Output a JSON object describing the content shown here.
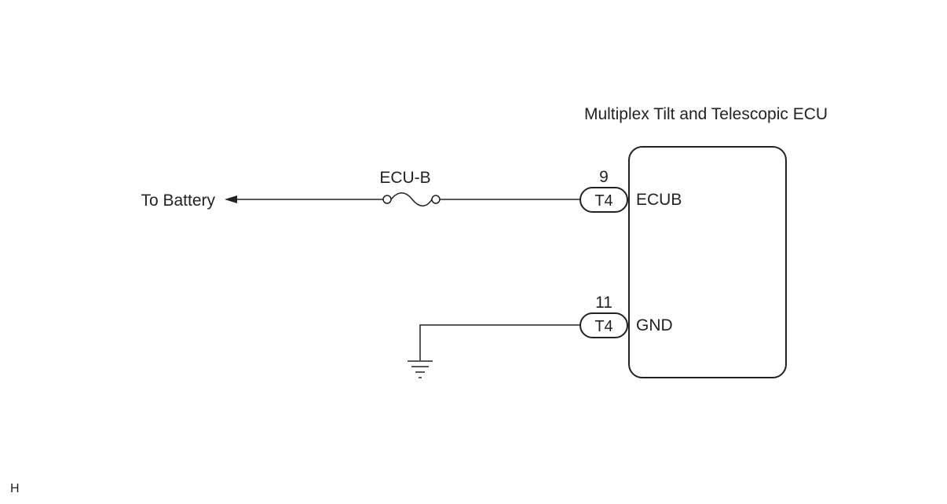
{
  "ecu": {
    "title": "Multiplex Tilt and Telescopic ECU"
  },
  "battery": {
    "label": "To Battery"
  },
  "fuse": {
    "label": "ECU-B"
  },
  "connectors": [
    {
      "pin": "9",
      "connector": "T4",
      "terminal": "ECUB"
    },
    {
      "pin": "11",
      "connector": "T4",
      "terminal": "GND"
    }
  ],
  "corner_mark": "H",
  "colors": {
    "line": "#222222",
    "background": "#ffffff"
  }
}
